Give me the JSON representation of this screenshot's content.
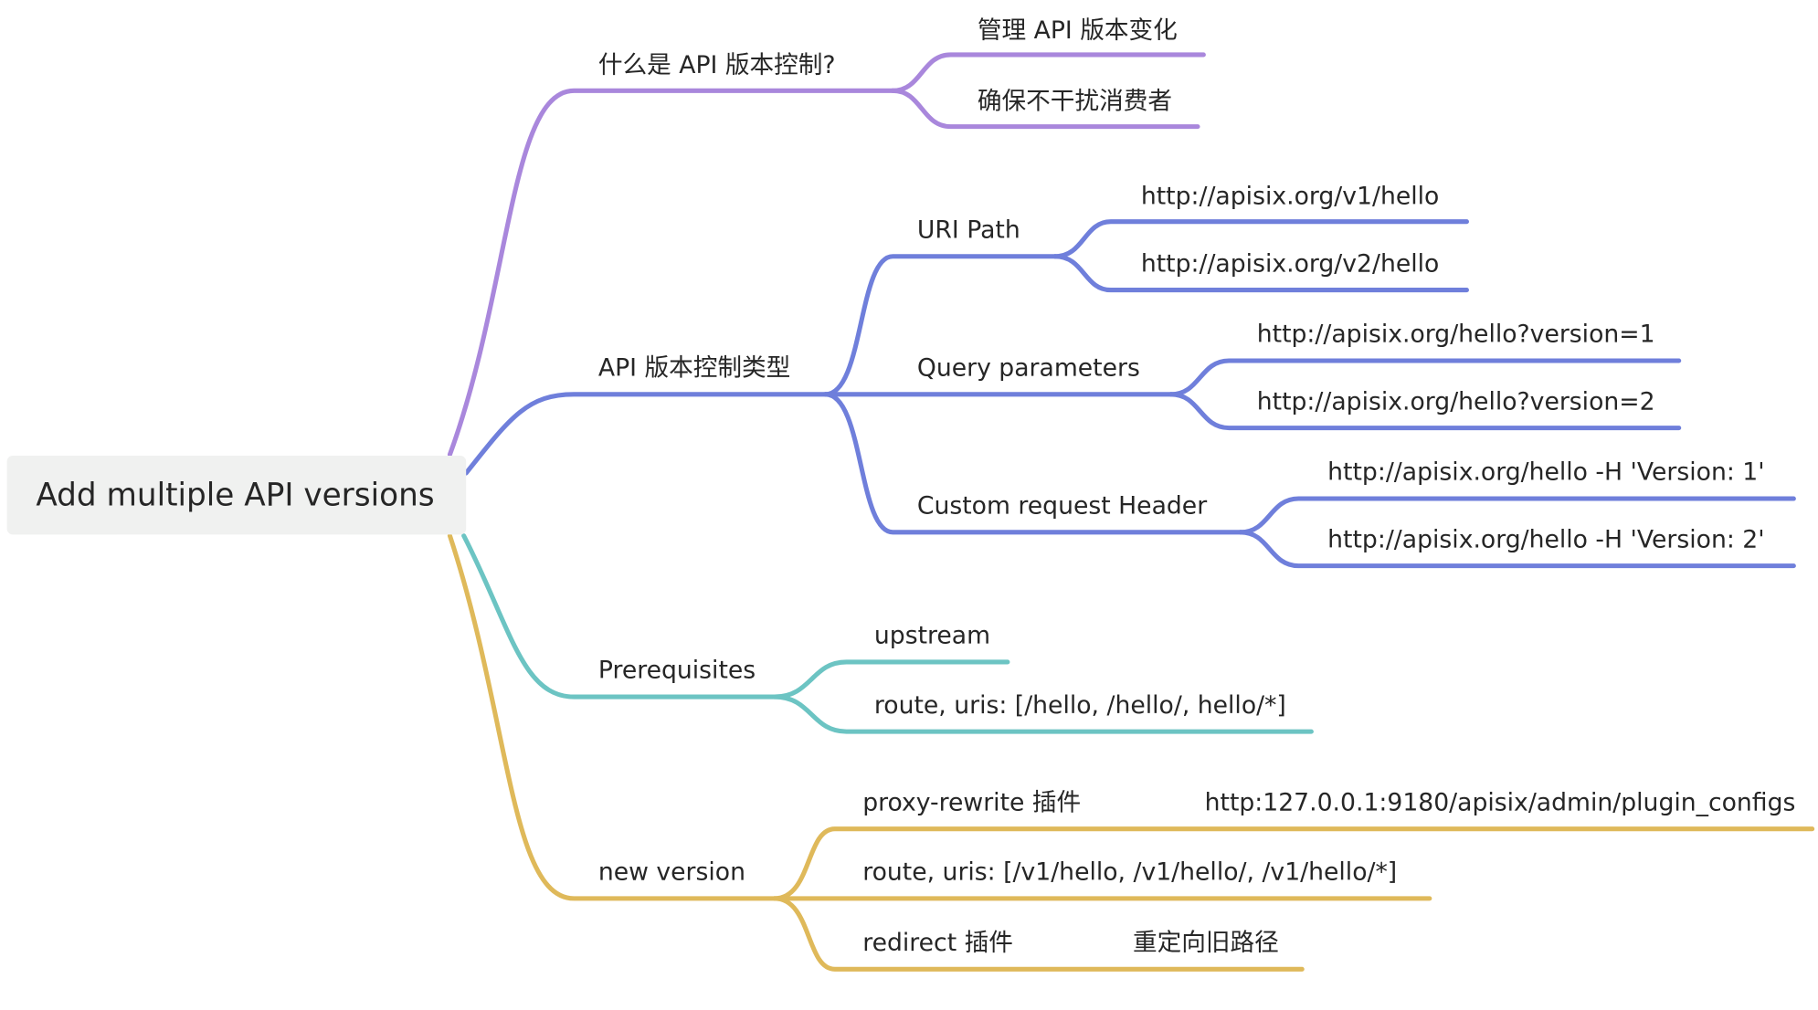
{
  "root": {
    "label": "Add multiple API versions"
  },
  "colors": {
    "purple": "#a987dc",
    "blue": "#6f7fdb",
    "teal": "#6cc4c3",
    "gold": "#dfb95a",
    "root_bg": "#f0f1f0"
  },
  "branches": [
    {
      "label": "什么是 API 版本控制?",
      "children": [
        {
          "label": "管理 API 版本变化"
        },
        {
          "label": "确保不干扰消费者"
        }
      ]
    },
    {
      "label": "API 版本控制类型",
      "children": [
        {
          "label": "URI Path",
          "children": [
            {
              "label": "http://apisix.org/v1/hello"
            },
            {
              "label": "http://apisix.org/v2/hello"
            }
          ]
        },
        {
          "label": "Query parameters",
          "children": [
            {
              "label": "http://apisix.org/hello?version=1"
            },
            {
              "label": "http://apisix.org/hello?version=2"
            }
          ]
        },
        {
          "label": "Custom request Header",
          "children": [
            {
              "label": "http://apisix.org/hello -H 'Version: 1'"
            },
            {
              "label": "http://apisix.org/hello -H 'Version: 2'"
            }
          ]
        }
      ]
    },
    {
      "label": "Prerequisites",
      "children": [
        {
          "label": "upstream"
        },
        {
          "label": "route, uris: [/hello, /hello/, hello/*]"
        }
      ]
    },
    {
      "label": "new version",
      "children": [
        {
          "label": "proxy-rewrite 插件",
          "note": "http:127.0.0.1:9180/apisix/admin/plugin_configs"
        },
        {
          "label": "route, uris: [/v1/hello, /v1/hello/, /v1/hello/*]"
        },
        {
          "label": "redirect 插件",
          "note": "重定向旧路径"
        }
      ]
    }
  ]
}
